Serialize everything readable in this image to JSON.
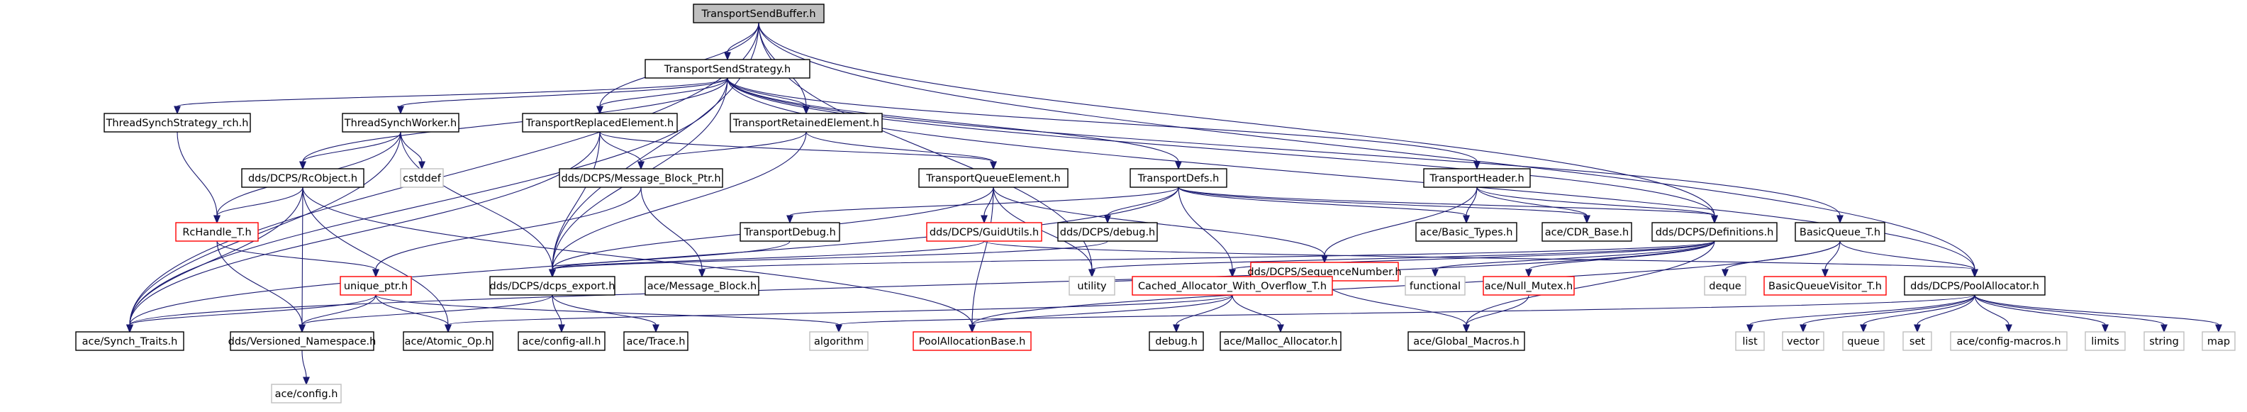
{
  "nodes": [
    {
      "id": "root",
      "label": "TransportSendBuffer.h",
      "style": "root"
    },
    {
      "id": "strategy",
      "label": "TransportSendStrategy.h",
      "style": "normal"
    },
    {
      "id": "tssrch",
      "label": "ThreadSynchStrategy_rch.h",
      "style": "normal"
    },
    {
      "id": "tsworker",
      "label": "ThreadSynchWorker.h",
      "style": "normal"
    },
    {
      "id": "replaced",
      "label": "TransportReplacedElement.h",
      "style": "normal"
    },
    {
      "id": "retained",
      "label": "TransportRetainedElement.h",
      "style": "normal"
    },
    {
      "id": "rcobject",
      "label": "dds/DCPS/RcObject.h",
      "style": "normal"
    },
    {
      "id": "cstddef",
      "label": "cstddef",
      "style": "gray"
    },
    {
      "id": "mbptr",
      "label": "dds/DCPS/Message_Block_Ptr.h",
      "style": "normal"
    },
    {
      "id": "queueel",
      "label": "TransportQueueElement.h",
      "style": "normal"
    },
    {
      "id": "defs",
      "label": "TransportDefs.h",
      "style": "normal"
    },
    {
      "id": "header",
      "label": "TransportHeader.h",
      "style": "normal"
    },
    {
      "id": "bqt",
      "label": "BasicQueue_T.h",
      "style": "normal"
    },
    {
      "id": "rchandle",
      "label": "RcHandle_T.h",
      "style": "red"
    },
    {
      "id": "tdebug",
      "label": "TransportDebug.h",
      "style": "normal"
    },
    {
      "id": "guidutils",
      "label": "dds/DCPS/GuidUtils.h",
      "style": "red"
    },
    {
      "id": "ddsdebug",
      "label": "dds/DCPS/debug.h",
      "style": "normal"
    },
    {
      "id": "seqnum",
      "label": "dds/DCPS/SequenceNumber.h",
      "style": "red"
    },
    {
      "id": "basictypes",
      "label": "ace/Basic_Types.h",
      "style": "normal"
    },
    {
      "id": "cdrbase",
      "label": "ace/CDR_Base.h",
      "style": "normal"
    },
    {
      "id": "definitions",
      "label": "dds/DCPS/Definitions.h",
      "style": "normal"
    },
    {
      "id": "uniqueptr",
      "label": "unique_ptr.h",
      "style": "red"
    },
    {
      "id": "dcpsexport",
      "label": "dds/DCPS/dcps_export.h",
      "style": "normal"
    },
    {
      "id": "msgblock",
      "label": "ace/Message_Block.h",
      "style": "normal"
    },
    {
      "id": "utility",
      "label": "utility",
      "style": "gray"
    },
    {
      "id": "cached",
      "label": "Cached_Allocator_With_Overflow_T.h",
      "style": "red"
    },
    {
      "id": "functional",
      "label": "functional",
      "style": "gray"
    },
    {
      "id": "nullmutex",
      "label": "ace/Null_Mutex.h",
      "style": "red"
    },
    {
      "id": "deque",
      "label": "deque",
      "style": "gray"
    },
    {
      "id": "bqvisitor",
      "label": "BasicQueueVisitor_T.h",
      "style": "red"
    },
    {
      "id": "poolalloc",
      "label": "dds/DCPS/PoolAllocator.h",
      "style": "normal"
    },
    {
      "id": "synchtraits",
      "label": "ace/Synch_Traits.h",
      "style": "normal"
    },
    {
      "id": "versioned",
      "label": "dds/Versioned_Namespace.h",
      "style": "normal"
    },
    {
      "id": "atomicop",
      "label": "ace/Atomic_Op.h",
      "style": "normal"
    },
    {
      "id": "configall",
      "label": "ace/config-all.h",
      "style": "normal"
    },
    {
      "id": "acetrace",
      "label": "ace/Trace.h",
      "style": "normal"
    },
    {
      "id": "algorithm",
      "label": "algorithm",
      "style": "gray"
    },
    {
      "id": "poolallocbase",
      "label": "PoolAllocationBase.h",
      "style": "red"
    },
    {
      "id": "debugh",
      "label": "debug.h",
      "style": "normal"
    },
    {
      "id": "mallocalloc",
      "label": "ace/Malloc_Allocator.h",
      "style": "normal"
    },
    {
      "id": "globalmacros",
      "label": "ace/Global_Macros.h",
      "style": "normal"
    },
    {
      "id": "list",
      "label": "list",
      "style": "gray"
    },
    {
      "id": "vector",
      "label": "vector",
      "style": "gray"
    },
    {
      "id": "queue",
      "label": "queue",
      "style": "gray"
    },
    {
      "id": "set",
      "label": "set",
      "style": "gray"
    },
    {
      "id": "configmacros",
      "label": "ace/config-macros.h",
      "style": "gray"
    },
    {
      "id": "limits",
      "label": "limits",
      "style": "gray"
    },
    {
      "id": "string",
      "label": "string",
      "style": "gray"
    },
    {
      "id": "map",
      "label": "map",
      "style": "gray"
    },
    {
      "id": "aceconfig",
      "label": "ace/config.h",
      "style": "gray"
    }
  ],
  "edges": [
    [
      "root",
      "strategy"
    ],
    [
      "root",
      "replaced"
    ],
    [
      "root",
      "retained"
    ],
    [
      "root",
      "definitions"
    ],
    [
      "root",
      "poolalloc"
    ],
    [
      "root",
      "synchtraits"
    ],
    [
      "root",
      "dcpsexport"
    ],
    [
      "root",
      "utility"
    ],
    [
      "strategy",
      "tssrch"
    ],
    [
      "strategy",
      "tsworker"
    ],
    [
      "strategy",
      "replaced"
    ],
    [
      "strategy",
      "retained"
    ],
    [
      "strategy",
      "rcobject"
    ],
    [
      "strategy",
      "defs"
    ],
    [
      "strategy",
      "header"
    ],
    [
      "strategy",
      "bqt"
    ],
    [
      "strategy",
      "definitions"
    ],
    [
      "strategy",
      "poolalloc"
    ],
    [
      "strategy",
      "synchtraits"
    ],
    [
      "strategy",
      "dcpsexport"
    ],
    [
      "tssrch",
      "rchandle"
    ],
    [
      "tsworker",
      "rcobject"
    ],
    [
      "tsworker",
      "cstddef"
    ],
    [
      "tsworker",
      "rchandle"
    ],
    [
      "tsworker",
      "dcpsexport"
    ],
    [
      "tsworker",
      "synchtraits"
    ],
    [
      "replaced",
      "queueel"
    ],
    [
      "replaced",
      "mbptr"
    ],
    [
      "replaced",
      "dcpsexport"
    ],
    [
      "replaced",
      "synchtraits"
    ],
    [
      "retained",
      "queueel"
    ],
    [
      "retained",
      "mbptr"
    ],
    [
      "retained",
      "dcpsexport"
    ],
    [
      "rcobject",
      "rchandle"
    ],
    [
      "rcobject",
      "synchtraits"
    ],
    [
      "rcobject",
      "atomicop"
    ],
    [
      "rcobject",
      "versioned"
    ],
    [
      "rcobject",
      "poolallocbase"
    ],
    [
      "mbptr",
      "msgblock"
    ],
    [
      "mbptr",
      "uniqueptr"
    ],
    [
      "queueel",
      "guidutils"
    ],
    [
      "queueel",
      "seqnum"
    ],
    [
      "queueel",
      "dcpsexport"
    ],
    [
      "queueel",
      "poolallocbase"
    ],
    [
      "queueel",
      "utility"
    ],
    [
      "defs",
      "tdebug"
    ],
    [
      "defs",
      "ddsdebug"
    ],
    [
      "defs",
      "basictypes"
    ],
    [
      "defs",
      "cdrbase"
    ],
    [
      "defs",
      "definitions"
    ],
    [
      "defs",
      "cached"
    ],
    [
      "defs",
      "synchtraits"
    ],
    [
      "header",
      "seqnum"
    ],
    [
      "header",
      "basictypes"
    ],
    [
      "header",
      "cdrbase"
    ],
    [
      "header",
      "definitions"
    ],
    [
      "bqt",
      "bqvisitor"
    ],
    [
      "bqt",
      "poolalloc"
    ],
    [
      "bqt",
      "deque"
    ],
    [
      "bqt",
      "poolallocbase"
    ],
    [
      "rchandle",
      "uniqueptr"
    ],
    [
      "rchandle",
      "versioned"
    ],
    [
      "tdebug",
      "dcpsexport"
    ],
    [
      "guidutils",
      "dcpsexport"
    ],
    [
      "guidutils",
      "poolalloc"
    ],
    [
      "ddsdebug",
      "dcpsexport"
    ],
    [
      "seqnum",
      "utility"
    ],
    [
      "seqnum",
      "globalmacros"
    ],
    [
      "definitions",
      "msgblock"
    ],
    [
      "definitions",
      "utility"
    ],
    [
      "definitions",
      "cached"
    ],
    [
      "definitions",
      "functional"
    ],
    [
      "definitions",
      "nullmutex"
    ],
    [
      "definitions",
      "globalmacros"
    ],
    [
      "definitions",
      "synchtraits"
    ],
    [
      "uniqueptr",
      "synchtraits"
    ],
    [
      "uniqueptr",
      "versioned"
    ],
    [
      "uniqueptr",
      "atomicop"
    ],
    [
      "uniqueptr",
      "algorithm"
    ],
    [
      "dcpsexport",
      "versioned"
    ],
    [
      "dcpsexport",
      "configall"
    ],
    [
      "dcpsexport",
      "acetrace"
    ],
    [
      "cached",
      "poolallocbase"
    ],
    [
      "cached",
      "debugh"
    ],
    [
      "cached",
      "mallocalloc"
    ],
    [
      "cached",
      "atomicop"
    ],
    [
      "nullmutex",
      "globalmacros"
    ],
    [
      "poolalloc",
      "list"
    ],
    [
      "poolalloc",
      "vector"
    ],
    [
      "poolalloc",
      "queue"
    ],
    [
      "poolalloc",
      "set"
    ],
    [
      "poolalloc",
      "configmacros"
    ],
    [
      "poolalloc",
      "limits"
    ],
    [
      "poolalloc",
      "string"
    ],
    [
      "poolalloc",
      "map"
    ],
    [
      "poolalloc",
      "algorithm"
    ],
    [
      "versioned",
      "aceconfig"
    ]
  ],
  "colors": {
    "edge": "#191970",
    "root_fill": "#bfbfbf",
    "normal_border": "#000000",
    "red_border": "#ff0000",
    "gray_border": "#bfbfbf",
    "text": "#000000"
  }
}
